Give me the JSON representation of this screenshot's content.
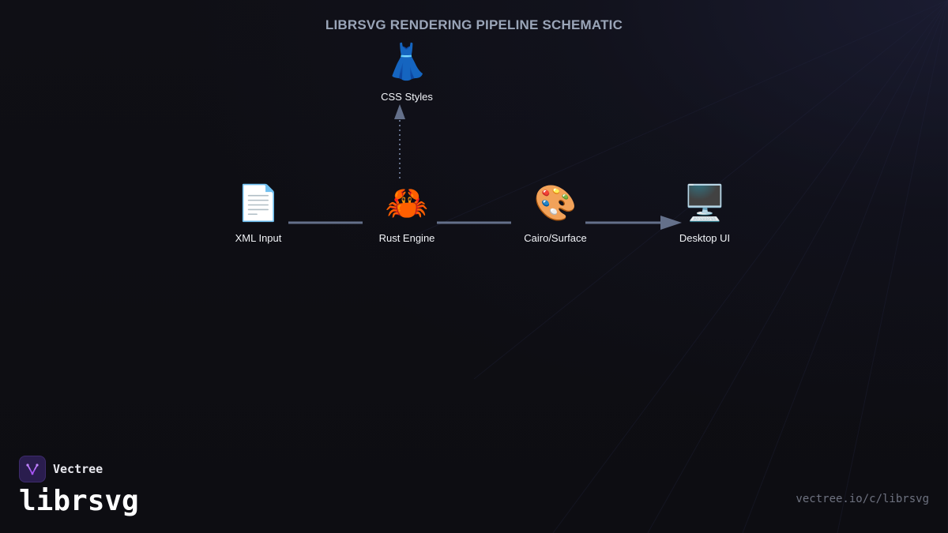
{
  "title": "LIBRSVG RENDERING PIPELINE SCHEMATIC",
  "nodes": [
    {
      "id": "css",
      "label": "CSS Styles",
      "icon": "dress-icon",
      "glyph": "👗"
    },
    {
      "id": "xml",
      "label": "XML Input",
      "icon": "document-icon",
      "glyph": "📄"
    },
    {
      "id": "rust",
      "label": "Rust Engine",
      "icon": "crab-icon",
      "glyph": "🦀"
    },
    {
      "id": "cairo",
      "label": "Cairo/Surface",
      "icon": "palette-icon",
      "glyph": "🎨"
    },
    {
      "id": "desktop",
      "label": "Desktop UI",
      "icon": "monitor-icon",
      "glyph": "🖥️"
    }
  ],
  "edges": [
    {
      "from": "xml",
      "to": "rust",
      "style": "solid",
      "arrow": false
    },
    {
      "from": "rust",
      "to": "cairo",
      "style": "solid",
      "arrow": false
    },
    {
      "from": "cairo",
      "to": "desktop",
      "style": "solid",
      "arrow": true
    },
    {
      "from": "rust",
      "to": "css",
      "style": "dotted",
      "arrow": true
    }
  ],
  "colors": {
    "background": "#0e0e13",
    "connector": "#64708a",
    "title": "#9aa5b8",
    "label": "#f2f4f8",
    "logo_accent": "#a855f7"
  },
  "brand": {
    "name": "Vectree",
    "product": "librsvg",
    "url": "vectree.io/c/librsvg",
    "logo_icon": "vectree-logo-icon"
  }
}
